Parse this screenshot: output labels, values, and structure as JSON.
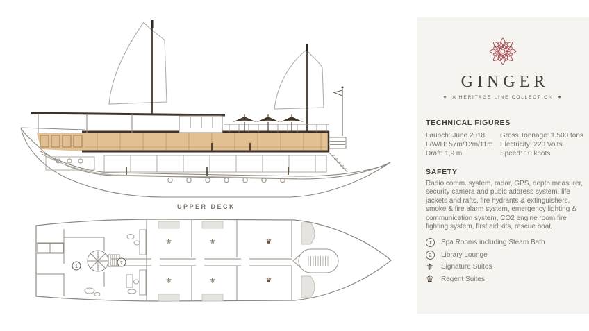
{
  "brand": {
    "name": "GINGER",
    "tagline": "A HERITAGE LINE COLLECTION",
    "ornament": "◆",
    "logo_color": "#a6494f"
  },
  "technical": {
    "heading": "TECHNICAL FIGURES",
    "col1": [
      "Launch: June 2018",
      "L/W/H: 57m/12m/11m",
      "Draft: 1,9 m"
    ],
    "col2": [
      "Gross Tonnage: 1.500 tons",
      "Electricity: 220 Volts",
      "Speed: 10 knots"
    ]
  },
  "safety": {
    "heading": "SAFETY",
    "body": "Radio comm. system, radar, GPS, depth measurer, security camera and pubic address system, life jackets and rafts, fire hydrants & extinguishers, smoke & fire alarm system, emergency lighting & communication system, CO2 engine room fire fighting system, first aid kits, rescue boat."
  },
  "legend": {
    "items": [
      {
        "symbol": "1",
        "label": "Spa Rooms including Steam Bath"
      },
      {
        "symbol": "2",
        "label": "Library Lounge"
      },
      {
        "symbol": "⚜",
        "label": "Signature Suites"
      },
      {
        "symbol": "♛",
        "label": "Regent Suites"
      }
    ]
  },
  "plan": {
    "deck_label": "UPPER DECK",
    "markers": {
      "spa": "1",
      "library": "2",
      "signature": "⚜",
      "regent": "♛"
    }
  },
  "colors": {
    "panel_bg": "#f5f4f1",
    "deck_highlight": "#e2c092",
    "line_dark": "#3e3128",
    "accent_red": "#a6494f",
    "text_heading": "#453d34",
    "text_body": "#7b746b"
  }
}
